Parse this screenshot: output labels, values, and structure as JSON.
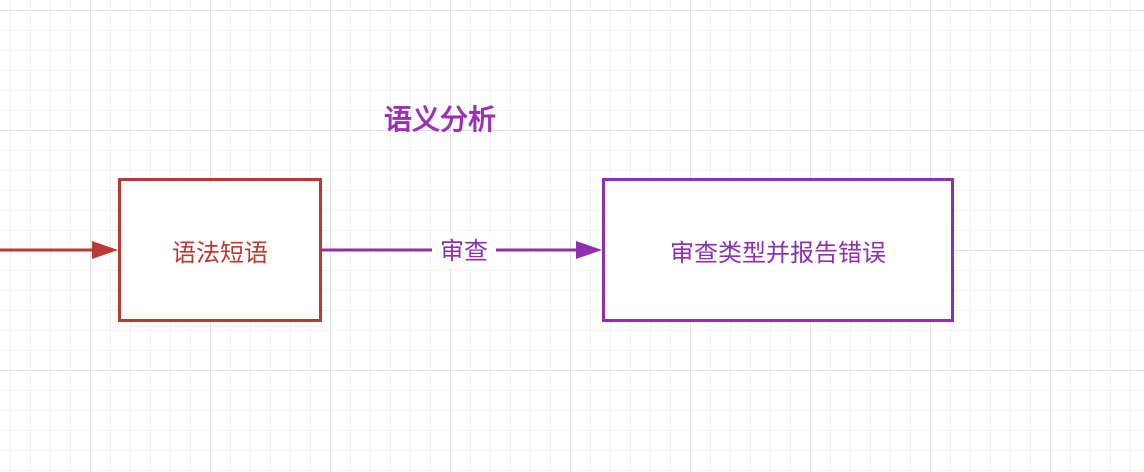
{
  "diagram": {
    "title": "语义分析",
    "nodes": {
      "syntax_phrase": "语法短语",
      "type_check": "审查类型并报告错误"
    },
    "edge_label": "审查"
  },
  "colors": {
    "title": "#9b30b6",
    "syntax": "#b83a32",
    "check": "#8e2fb0",
    "grid_major": "#e3e3e3",
    "grid_minor": "#f2f2f2"
  }
}
